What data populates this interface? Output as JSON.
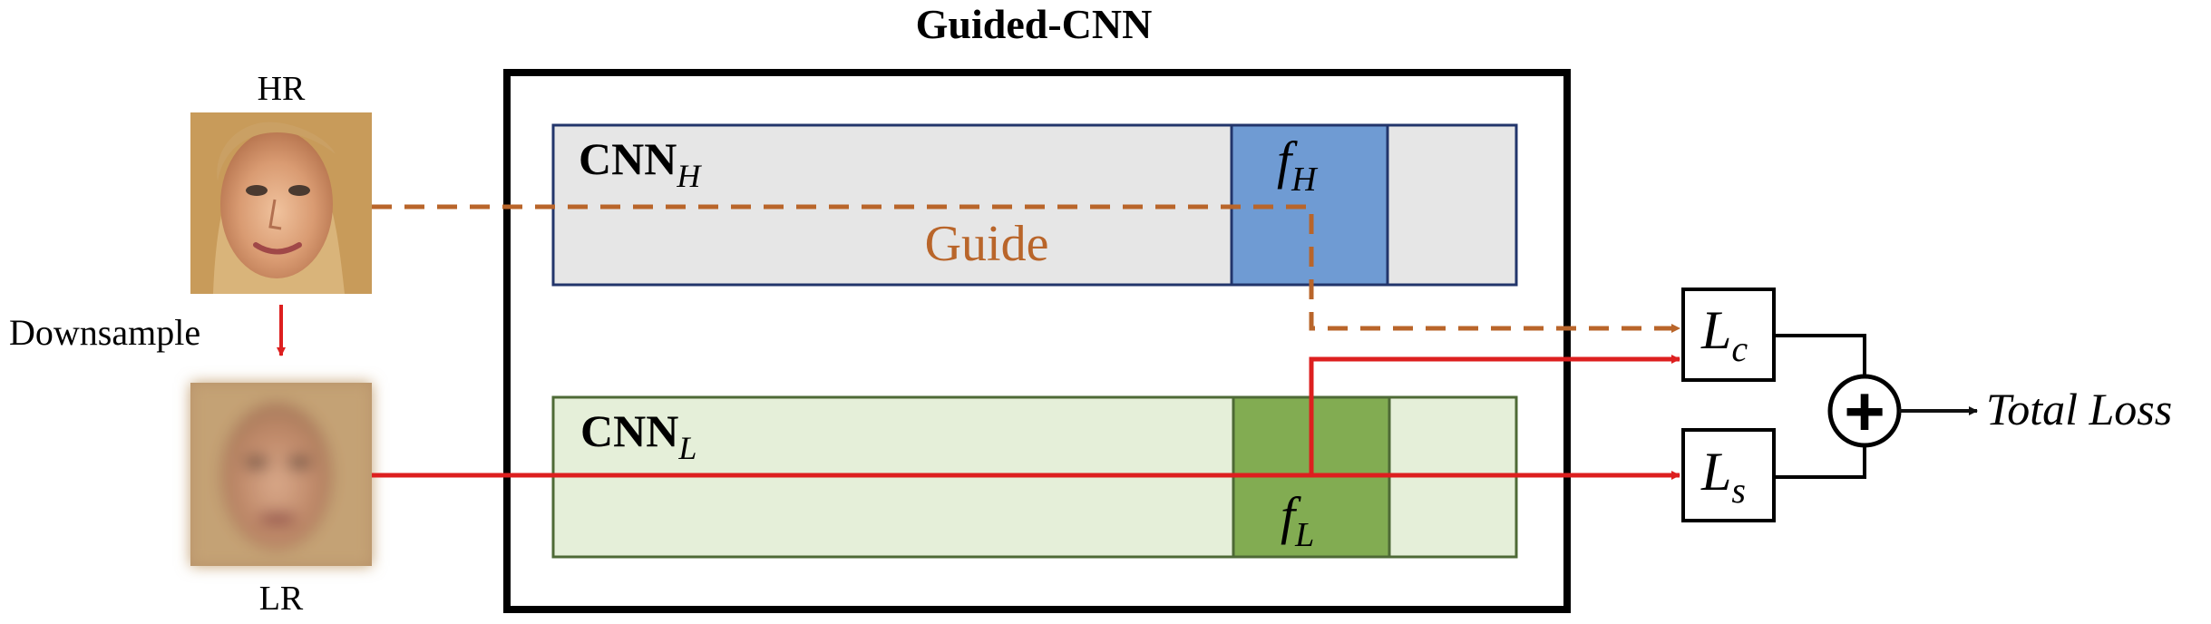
{
  "title": "Guided-CNN",
  "hr_label": "HR",
  "lr_label": "LR",
  "downsample_label": "Downsample",
  "cnn_h": {
    "main": "CNN",
    "sub": "H"
  },
  "cnn_l": {
    "main": "CNN",
    "sub": "L"
  },
  "f_h": {
    "main": "f",
    "sub": "H"
  },
  "f_l": {
    "main": "f",
    "sub": "L"
  },
  "guide_label": "Guide",
  "lc": {
    "main": "L",
    "sub": "c"
  },
  "ls": {
    "main": "L",
    "sub": "s"
  },
  "plus_symbol": "+",
  "total_loss_label": "Total Loss",
  "colors": {
    "red_arrow": "#dd1f1f",
    "guide_brown": "#b9652a",
    "cnn_h_fill": "#e6e6e6",
    "cnn_h_border": "#22356b",
    "f_h_fill": "#6f9bd3",
    "cnn_l_fill": "#e5efd9",
    "cnn_l_border": "#4e6a36",
    "f_l_fill": "#82ac52"
  },
  "icons": {
    "hr_image": "hr-face-image",
    "lr_image": "lr-blurred-face-image"
  }
}
